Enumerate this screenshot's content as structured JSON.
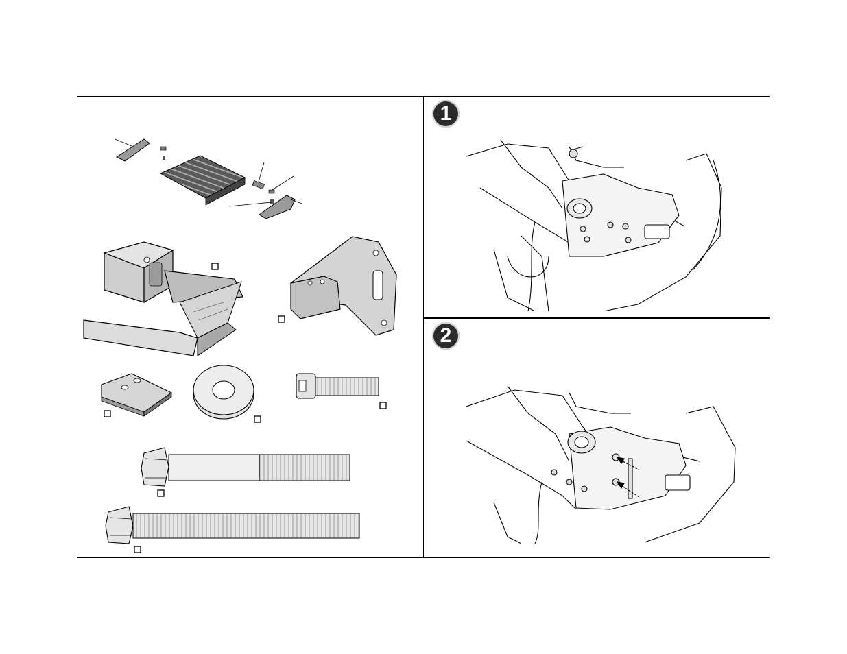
{
  "steps": [
    {
      "number": "1"
    },
    {
      "number": "2"
    }
  ],
  "colors": {
    "line": "#000000",
    "part_fill": "#d8d8d8",
    "part_dark": "#8a8a8a",
    "badge": "#2b2b2b"
  },
  "icons": [
    "parts-kit-illustration",
    "step-1-illustration",
    "step-2-illustration",
    "arrow-icon"
  ]
}
